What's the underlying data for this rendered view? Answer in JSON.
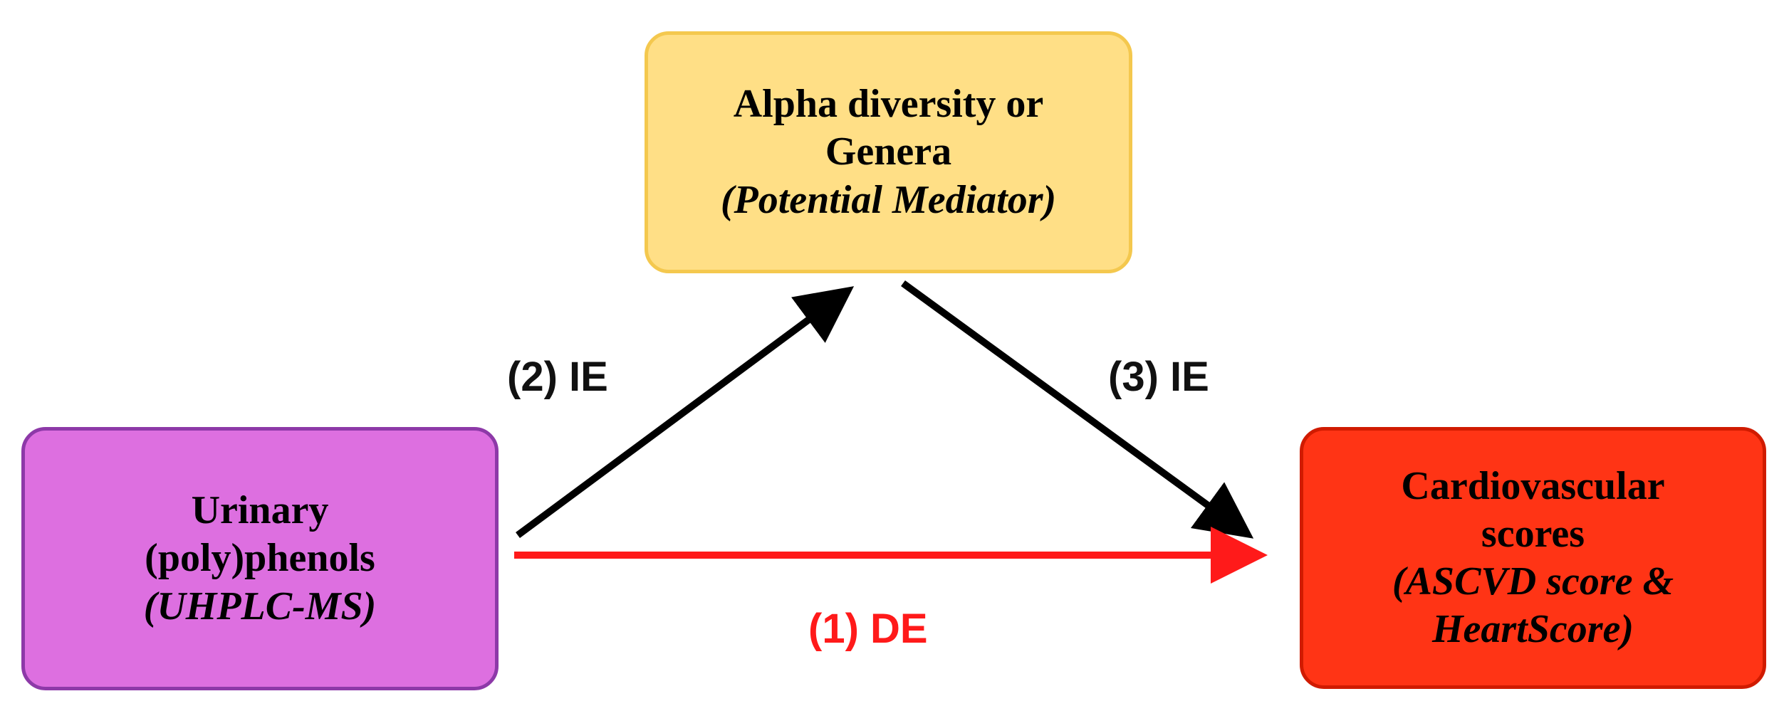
{
  "mediator": {
    "line1": "Alpha diversity or",
    "line2": "Genera",
    "role": "(Potential Mediator)"
  },
  "exposure": {
    "line1": "Urinary",
    "line2": "(poly)phenols",
    "method": "(UHPLC-MS)"
  },
  "outcome": {
    "line1": "Cardiovascular",
    "line2": "scores",
    "detail1": "(ASCVD score &",
    "detail2": "HeartScore)"
  },
  "paths": {
    "direct": "(1) DE",
    "indirect_a": "(2) IE",
    "indirect_b": "(3) IE"
  },
  "colors": {
    "mediator_fill": "#ffdf86",
    "exposure_fill": "#dd6fe0",
    "outcome_fill": "#ff3415",
    "direct_effect": "#ff1a1a",
    "indirect_effect": "#000000"
  }
}
